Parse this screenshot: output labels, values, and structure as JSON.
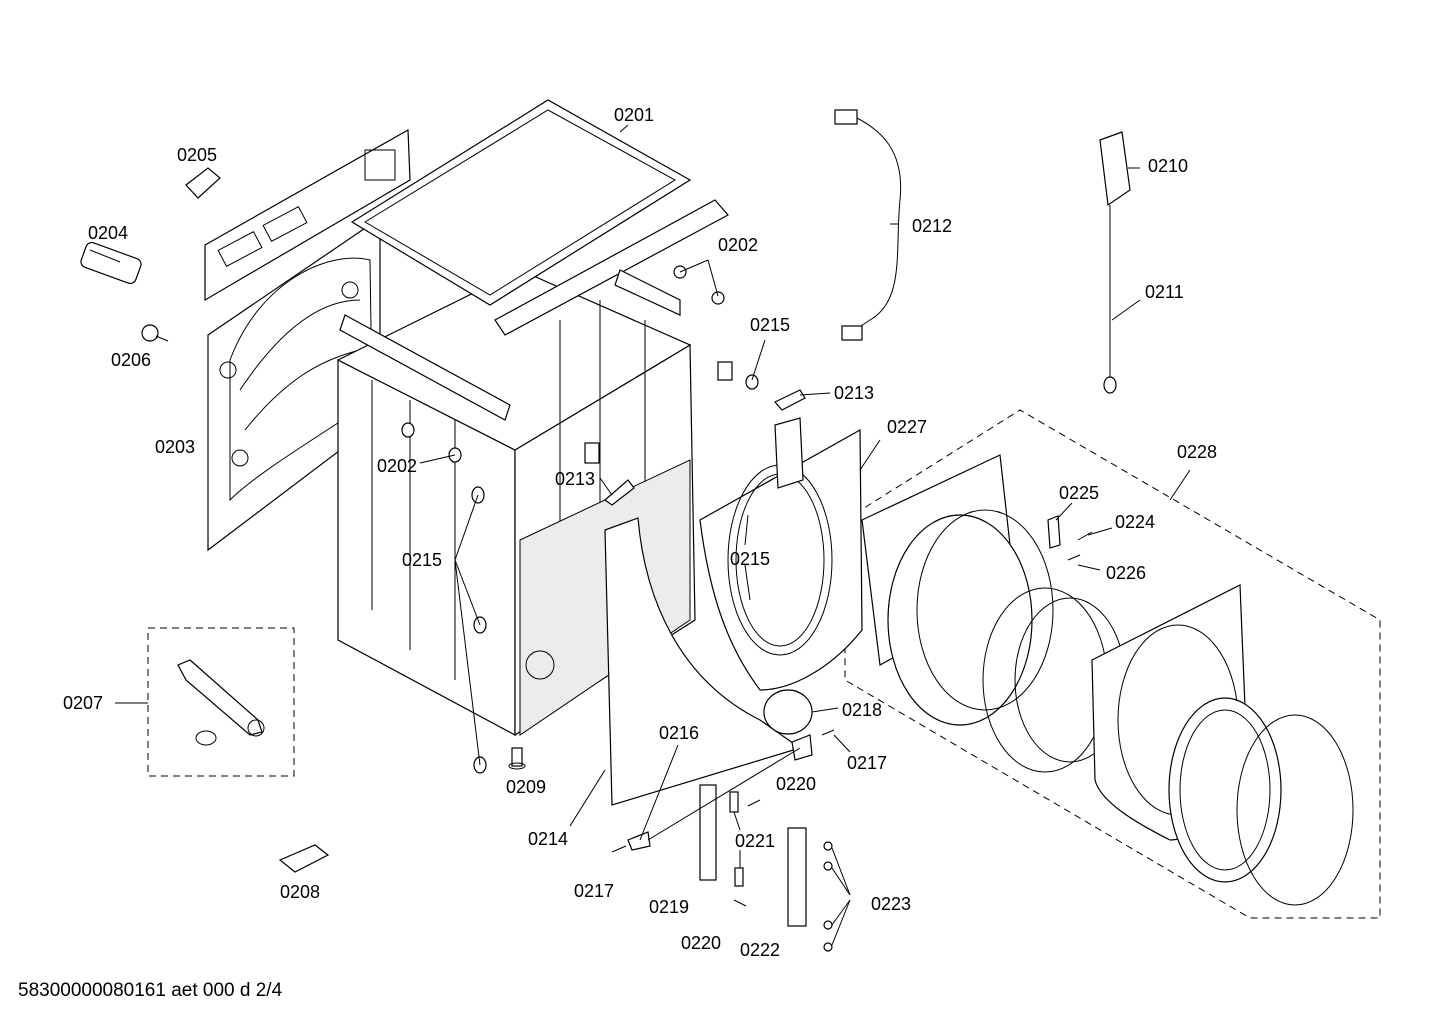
{
  "footer": {
    "drawing_code": "58300000080161 aet 000 d 2/4"
  },
  "labels": {
    "p0201": "0201",
    "p0202a": "0202",
    "p0202b": "0202",
    "p0203": "0203",
    "p0204": "0204",
    "p0205": "0205",
    "p0206": "0206",
    "p0207": "0207",
    "p0208": "0208",
    "p0209": "0209",
    "p0210": "0210",
    "p0211": "0211",
    "p0212": "0212",
    "p0213a": "0213",
    "p0213b": "0213",
    "p0214": "0214",
    "p0215a": "0215",
    "p0215b": "0215",
    "p0215c": "0215",
    "p0216": "0216",
    "p0217a": "0217",
    "p0217b": "0217",
    "p0218": "0218",
    "p0219": "0219",
    "p0220a": "0220",
    "p0220b": "0220",
    "p0221": "0221",
    "p0222": "0222",
    "p0223": "0223",
    "p0224": "0224",
    "p0225": "0225",
    "p0226": "0226",
    "p0227": "0227",
    "p0228": "0228"
  }
}
